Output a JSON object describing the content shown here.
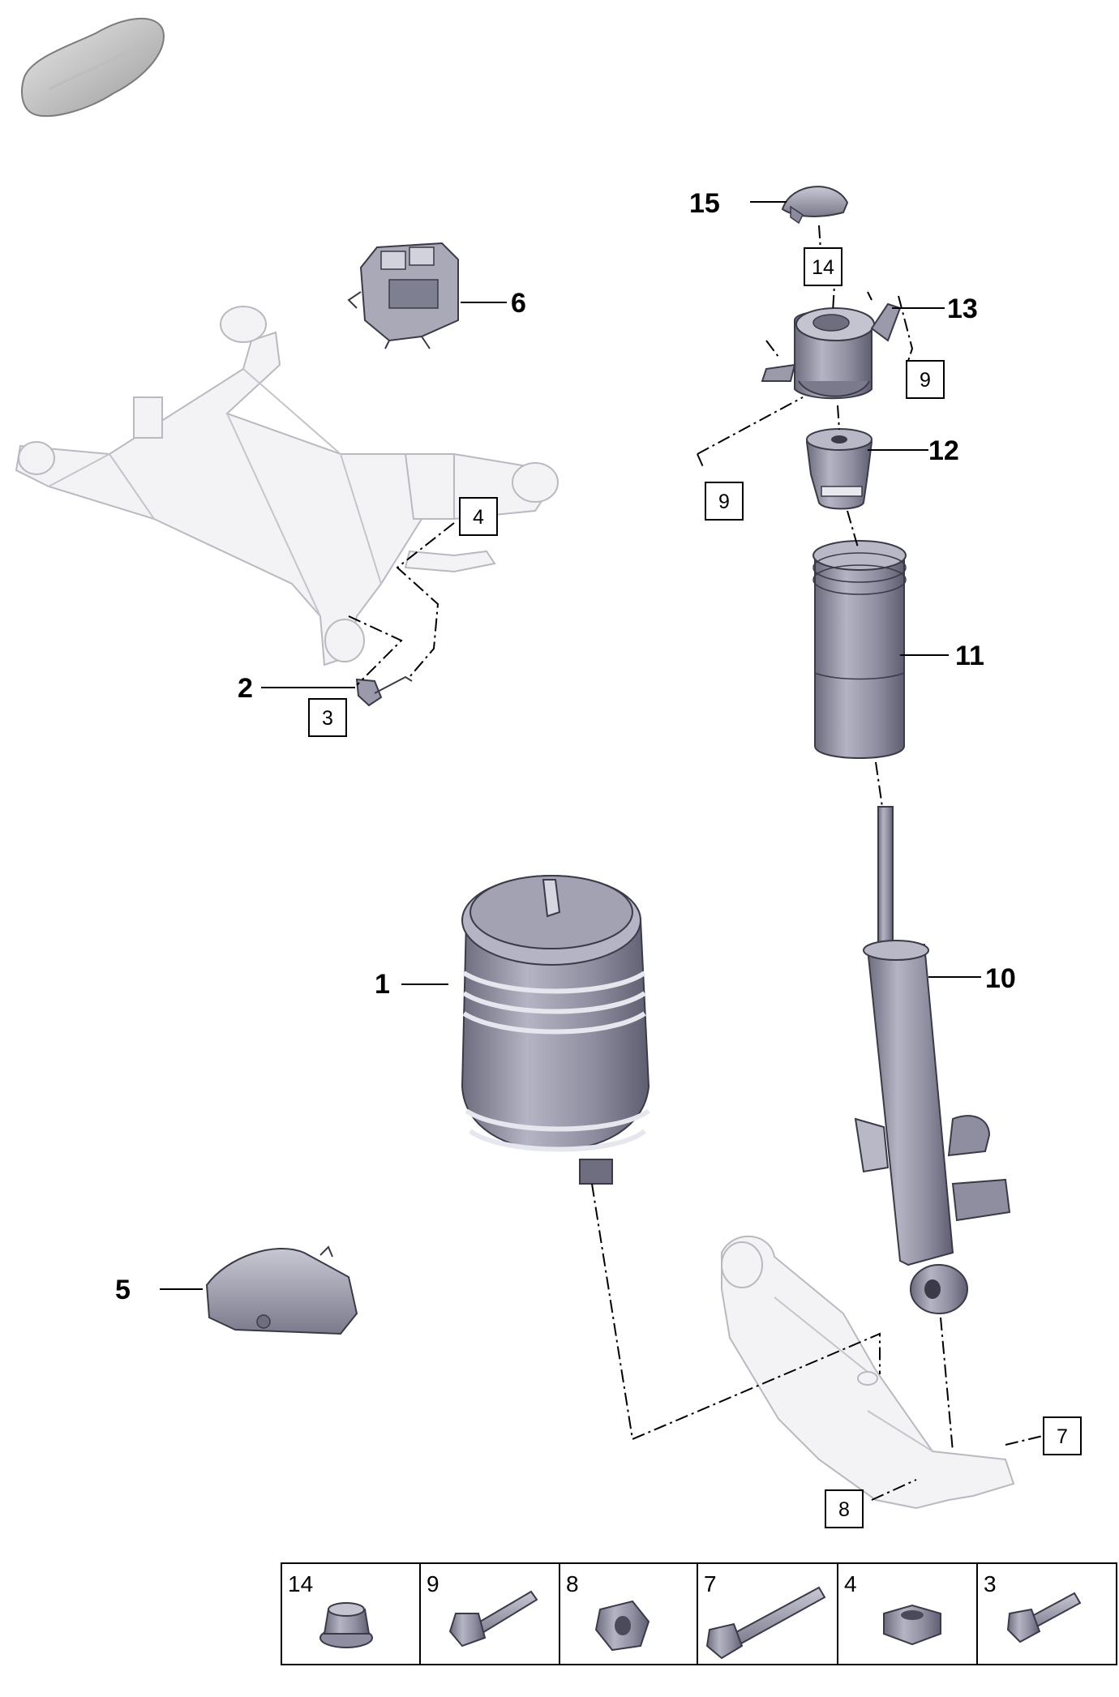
{
  "callouts": {
    "c1": "1",
    "c2": "2",
    "c5": "5",
    "c6": "6",
    "c10": "10",
    "c11": "11",
    "c12": "12",
    "c13": "13",
    "c15": "15"
  },
  "boxed_refs": {
    "b3": "3",
    "b4": "4",
    "b7": "7",
    "b8": "8",
    "b9a": "9",
    "b9b": "9",
    "b14": "14"
  },
  "fastener_table": [
    {
      "number": "14",
      "icon": "flange-nut-icon"
    },
    {
      "number": "9",
      "icon": "bolt-icon"
    },
    {
      "number": "8",
      "icon": "nut-icon"
    },
    {
      "number": "7",
      "icon": "long-bolt-icon"
    },
    {
      "number": "4",
      "icon": "hex-nut-icon"
    },
    {
      "number": "3",
      "icon": "short-bolt-icon"
    }
  ],
  "colors": {
    "part_fill": "#9a9aab",
    "part_dark": "#6e6e80",
    "ghost_fill": "#f3f3f6"
  }
}
